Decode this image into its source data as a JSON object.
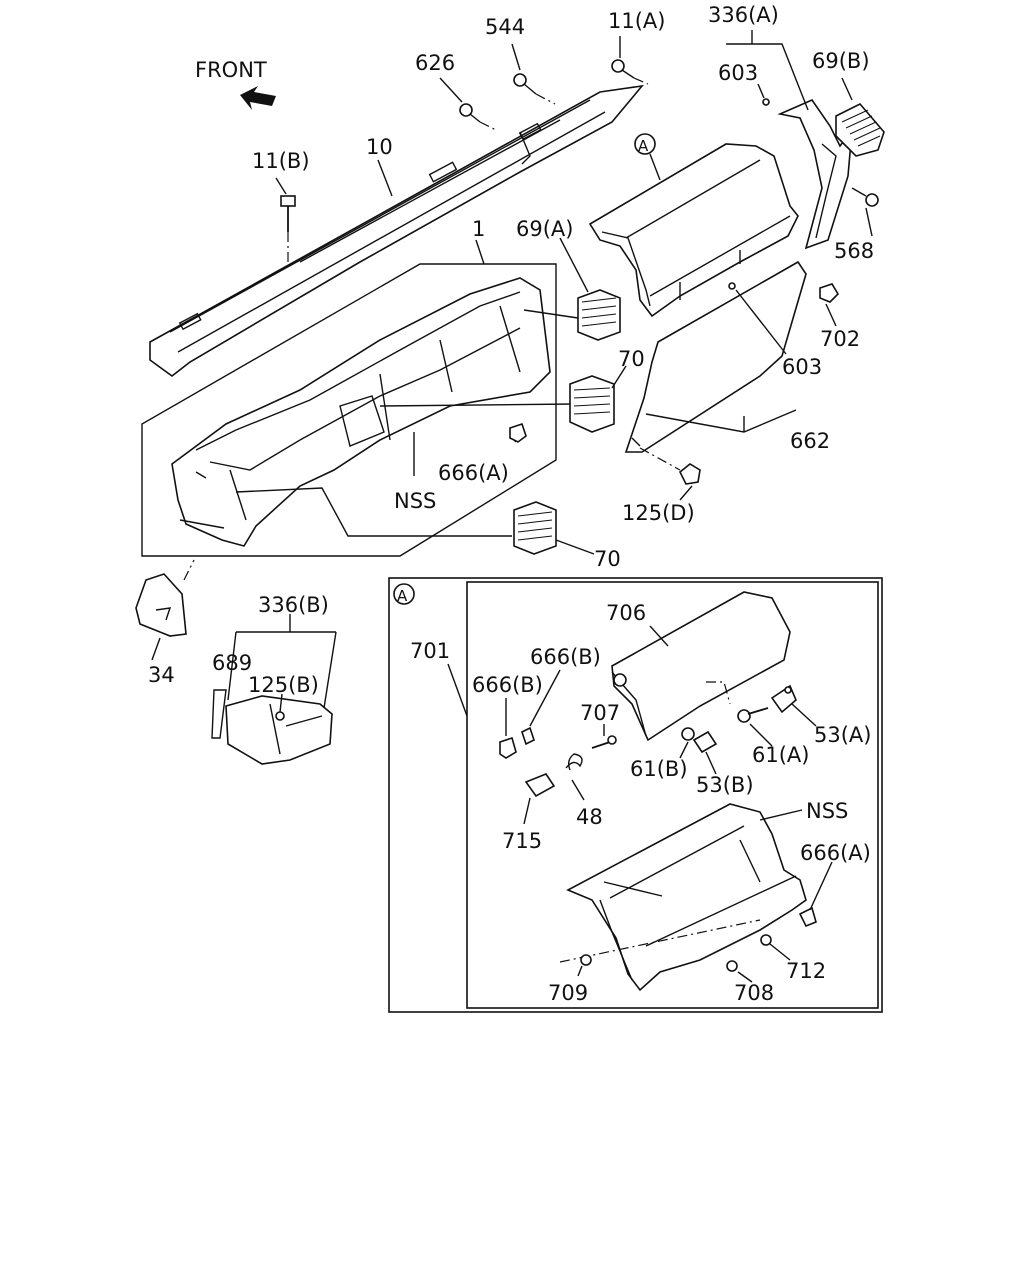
{
  "labels": {
    "front": "FRONT",
    "p544": "544",
    "p11a": "11(A)",
    "p336a": "336(A)",
    "p626": "626",
    "p603_top": "603",
    "p69b": "69(B)",
    "p11b": "11(B)",
    "p10": "10",
    "p568": "568",
    "p1": "1",
    "p69a": "69(A)",
    "p702": "702",
    "p603_mid": "603",
    "p70_top": "70",
    "p662": "662",
    "p666a_top": "666(A)",
    "pnss_top": "NSS",
    "p125d": "125(D)",
    "p70_bot": "70",
    "p336b": "336(B)",
    "p689": "689",
    "p125b": "125(B)",
    "p34": "34",
    "callout_a_top": "A",
    "callout_a_box": "A",
    "p701": "701",
    "p706": "706",
    "p666b_1": "666(B)",
    "p666b_2": "666(B)",
    "p707": "707",
    "p53a": "53(A)",
    "p61b": "61(B)",
    "p61a": "61(A)",
    "p53b": "53(B)",
    "p48": "48",
    "p715": "715",
    "pnss_bot": "NSS",
    "p666a_bot": "666(A)",
    "p712": "712",
    "p709": "709",
    "p708": "708"
  },
  "icons": {
    "front_arrow": "front-direction-arrow"
  }
}
